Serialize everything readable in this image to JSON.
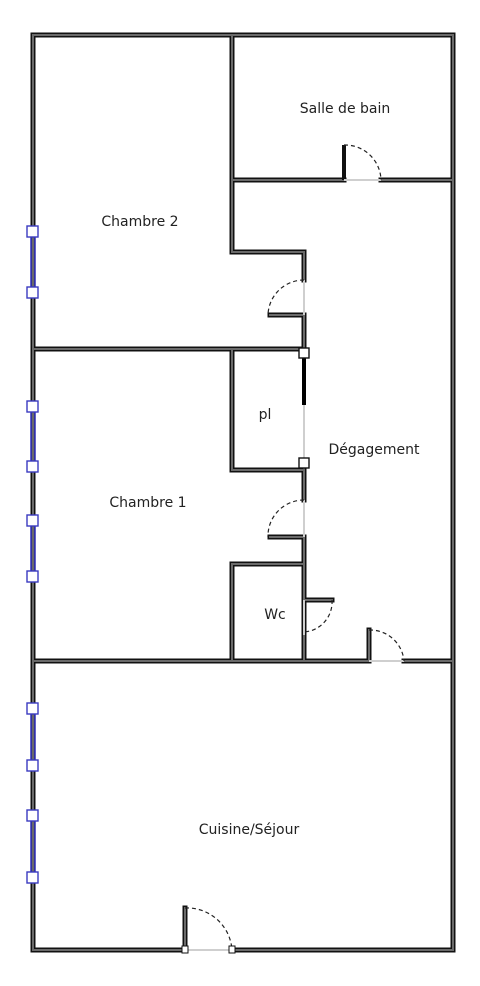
{
  "plan": {
    "rooms": {
      "salle_de_bain": "Salle de bain",
      "chambre_2": "Chambre 2",
      "pl": "pl",
      "degagement": "Dégagement",
      "chambre_1": "Chambre 1",
      "wc": "Wc",
      "cuisine_sejour": "Cuisine/Séjour"
    },
    "colors": {
      "wall_fill": "#555555",
      "wall_outline": "#111111",
      "window": "#3a3ac0",
      "background": "#ffffff"
    }
  }
}
